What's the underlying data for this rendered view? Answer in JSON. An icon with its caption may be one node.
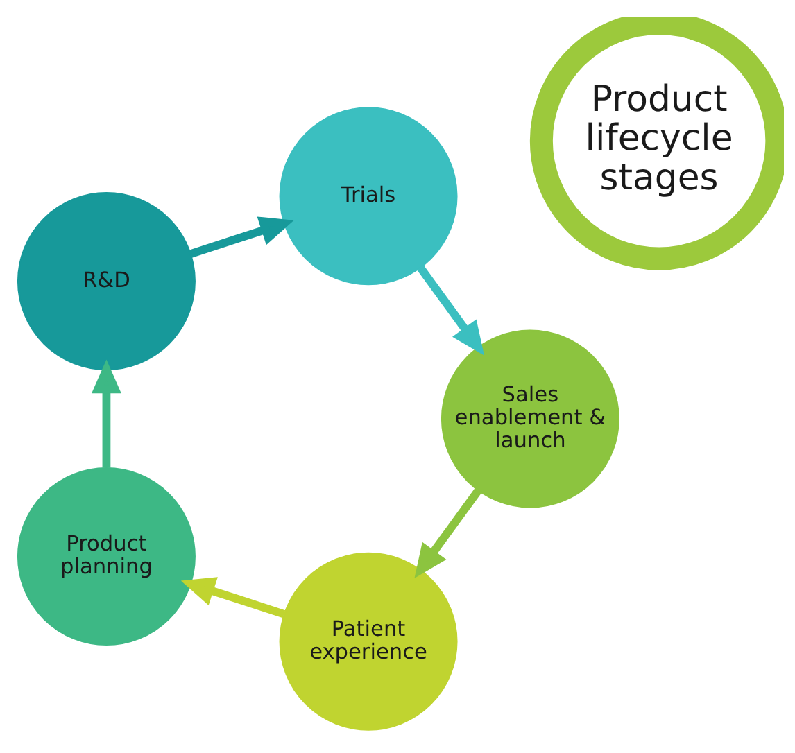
{
  "diagram": {
    "nodes": [
      {
        "text": [
          "Product lifecycle stages"
        ]
      },
      {
        "text": [
          "Patient experience"
        ]
      },
      {
        "text": [
          "Product planning"
        ]
      },
      {
        "text": [
          "R&D"
        ]
      },
      {
        "text": [
          "Trials"
        ]
      },
      {
        "text": [
          "Sales enablement & launch"
        ]
      }
    ],
    "edges": [
      {
        "from": 1,
        "to": 2,
        "arrow": "to",
        "color": "#c0d430"
      },
      {
        "from": 2,
        "to": 3,
        "arrow": "to",
        "color": "#3db885"
      },
      {
        "from": 3,
        "to": 4,
        "arrow": "to",
        "color": "#17999a"
      },
      {
        "from": 4,
        "to": 5,
        "arrow": "to",
        "color": "#3bbfc0"
      },
      {
        "from": 5,
        "to": 1,
        "arrow": "to",
        "color": "#8cc43f"
      }
    ]
  }
}
